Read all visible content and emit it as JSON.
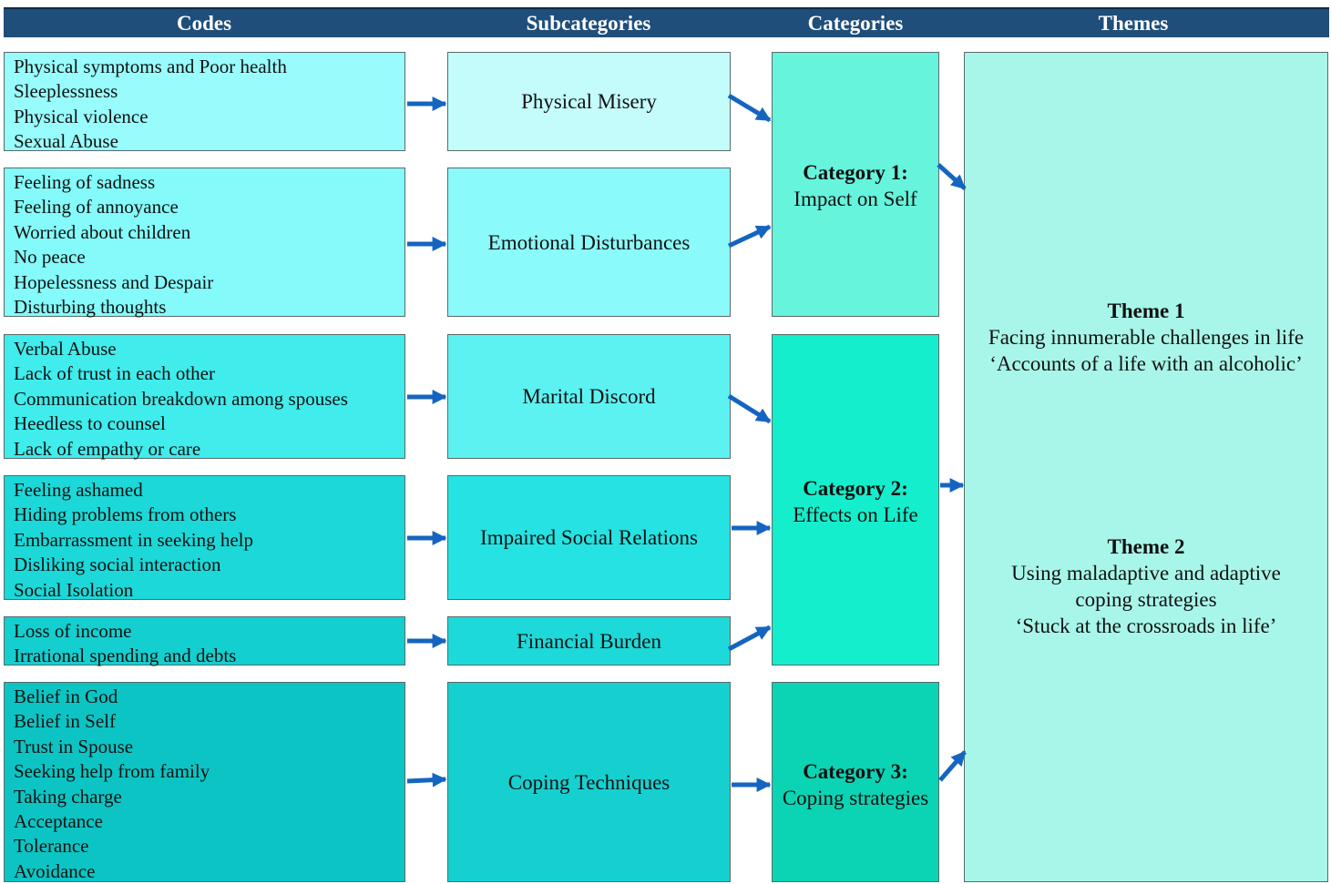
{
  "header": {
    "codes": "Codes",
    "subcategories": "Subcategories",
    "categories": "Categories",
    "themes": "Themes"
  },
  "groups": [
    {
      "codes": [
        "Physical symptoms and Poor health",
        "Sleeplessness",
        "Physical violence",
        "Sexual Abuse"
      ],
      "subcategory": "Physical Misery"
    },
    {
      "codes": [
        "Feeling of sadness",
        "Feeling of annoyance",
        "Worried about children",
        "No peace",
        "Hopelessness and Despair",
        "Disturbing thoughts"
      ],
      "subcategory": "Emotional Disturbances"
    },
    {
      "codes": [
        "Verbal Abuse",
        "Lack of trust in each other",
        "Communication breakdown among spouses",
        "Heedless to counsel",
        "Lack of empathy or care"
      ],
      "subcategory": "Marital Discord"
    },
    {
      "codes": [
        "Feeling ashamed",
        "Hiding problems from others",
        "Embarrassment in seeking help",
        "Disliking social interaction",
        "Social Isolation"
      ],
      "subcategory": "Impaired Social Relations"
    },
    {
      "codes": [
        "Loss of income",
        "Irrational spending and debts"
      ],
      "subcategory": "Financial Burden"
    },
    {
      "codes": [
        "Belief in God",
        "Belief in Self",
        "Trust in Spouse",
        "Seeking help from family",
        "Taking charge",
        "Acceptance",
        "Tolerance",
        "Avoidance"
      ],
      "subcategory": "Coping Techniques"
    }
  ],
  "categories": [
    {
      "label": "Category 1:",
      "name": "Impact on Self"
    },
    {
      "label": "Category 2:",
      "name": "Effects on Life"
    },
    {
      "label": "Category 3:",
      "name": "Coping strategies"
    }
  ],
  "themes": [
    {
      "label": "Theme 1",
      "lines": [
        "Facing innumerable challenges in life",
        "‘Accounts of a life with an alcoholic’"
      ]
    },
    {
      "label": "Theme 2",
      "lines": [
        "Using maladaptive and adaptive",
        "coping strategies",
        "‘Stuck at the crossroads in life’"
      ]
    }
  ],
  "colors": {
    "header_bg": "#1f4e7a",
    "arrow": "#1565c0",
    "codes": [
      "#98fcfc",
      "#84fafa",
      "#40ecec",
      "#1cd8d8",
      "#14cfcf",
      "#0cc4c4"
    ],
    "subcategories": [
      "#c4fcfc",
      "#8afafa",
      "#5cf2f2",
      "#25e3e3",
      "#1ed9d9",
      "#16d0d0"
    ],
    "categories": [
      "#66f4dc",
      "#14eecc",
      "#0ad4b4"
    ],
    "theme": "#a8f6ea"
  }
}
